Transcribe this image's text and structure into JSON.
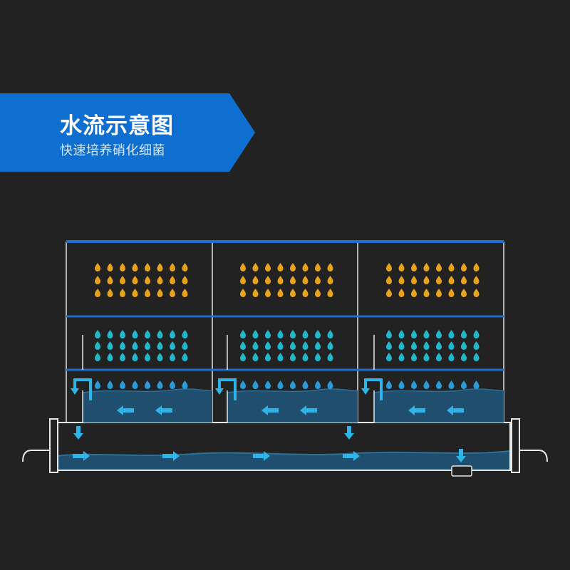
{
  "header": {
    "title": "水流示意图",
    "subtitle": "快速培养硝化细菌"
  },
  "colors": {
    "background": "#222222",
    "banner": "#0f6fd0",
    "shelf_line": "#1d6fd2",
    "frame": "#e8e8e8",
    "water": "#1f4e6e",
    "water_surface": "#2d6f96",
    "arrow": "#2eb4e6",
    "drop_top": "#e8a21b",
    "drop_middle": "#22b8cc",
    "drop_bottom": "#2a9ad8"
  },
  "icons": {
    "filter_media_top": "orange-droplet-icon",
    "filter_media_middle": "teal-droplet-icon",
    "drip": "blue-droplet-icon",
    "flow": "arrow-icon",
    "pipe": "overflow-pipe-icon",
    "pump": "pump-icon"
  },
  "layout_info": {
    "compartments": 3,
    "levels": [
      "top",
      "middle",
      "bottom"
    ],
    "flow_in_upper_tank": "right-to-left",
    "flow_in_lower_tank": "left-to-right"
  }
}
